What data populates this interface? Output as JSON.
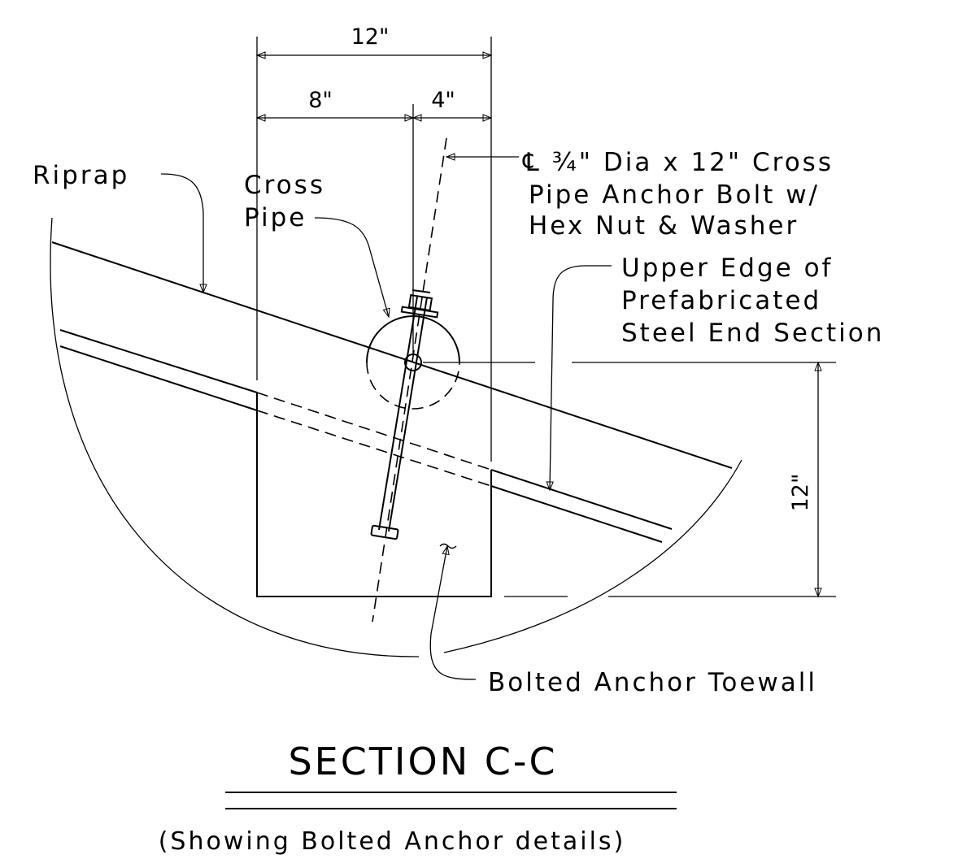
{
  "dimensions": {
    "overall_width": "12\"",
    "left_width": "8\"",
    "right_width": "4\"",
    "height": "12\""
  },
  "labels": {
    "riprap": "Riprap",
    "cross_pipe_line1": "Cross",
    "cross_pipe_line2": "Pipe",
    "anchor_bolt_line1": "℄ ¾\" Dia x 12\" Cross",
    "anchor_bolt_line2": "Pipe Anchor Bolt w/",
    "anchor_bolt_line3": "Hex Nut & Washer",
    "upper_edge_line1": "Upper Edge of",
    "upper_edge_line2": "Prefabricated",
    "upper_edge_line3": "Steel End Section",
    "toewall": "Bolted Anchor Toewall"
  },
  "title": {
    "main": "SECTION C-C",
    "subtitle": "(Showing Bolted Anchor details)"
  }
}
